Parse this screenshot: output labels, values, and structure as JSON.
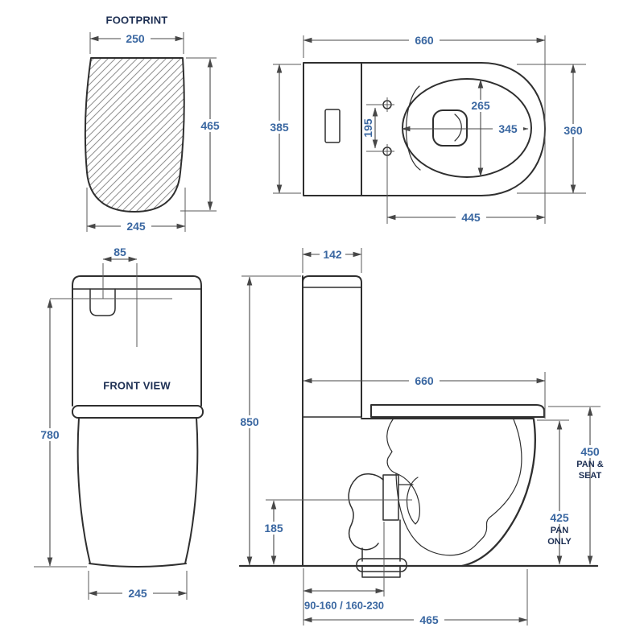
{
  "colors": {
    "line": "#2f2f2f",
    "dim_number": "#3a67a1",
    "label": "#1c2e52",
    "hatch": "#8f8f8f"
  },
  "views": {
    "footprint": {
      "title": "FOOTPRINT",
      "dim_top_width": "250",
      "dim_height": "465",
      "dim_bottom_width": "245"
    },
    "plan": {
      "dim_overall_length": "660",
      "dim_overall_width": "385",
      "dim_seat_width": "360",
      "dim_bowl_width": "265",
      "dim_bowl_length": "345",
      "dim_fixing_centres": "195",
      "dim_seat_length": "445"
    },
    "front": {
      "title": "FRONT VIEW",
      "dim_button_width": "85",
      "dim_height": "780",
      "dim_base_width": "245"
    },
    "side": {
      "dim_cistern_depth": "142",
      "dim_overall_height": "850",
      "dim_length": "660",
      "dim_trap_height": "185",
      "dim_setout_range": "90-160 / 160-230",
      "dim_overall_depth": "465",
      "dim_pan_seat_height": "450",
      "label_pan_seat_line1": "PAN &",
      "label_pan_seat_line2": "SEAT",
      "dim_pan_only_height": "425",
      "label_pan_only_line1": "PAN",
      "label_pan_only_line2": "ONLY"
    }
  }
}
